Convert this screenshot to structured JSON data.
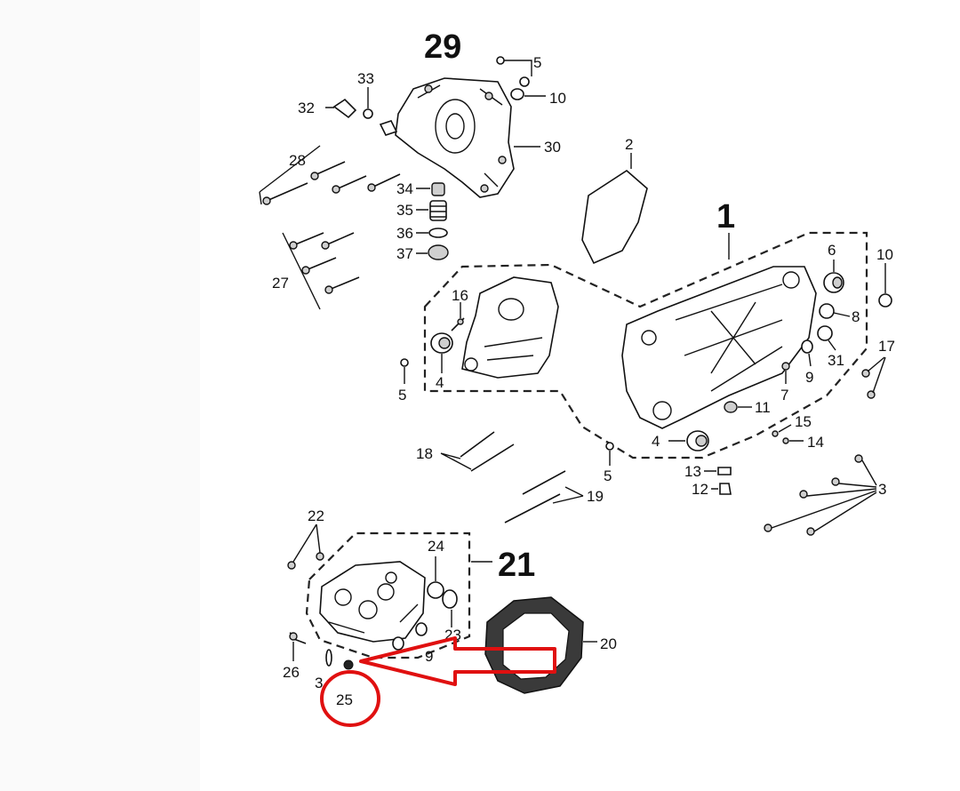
{
  "diagram": {
    "labels": {
      "l29": "29",
      "l5a": "5",
      "l10a": "10",
      "l33": "33",
      "l32": "32",
      "l30": "30",
      "l28": "28",
      "l2": "2",
      "l34": "34",
      "l35": "35",
      "l36": "36",
      "l37": "37",
      "l27": "27",
      "l1": "1",
      "l6": "6",
      "l10b": "10",
      "l8": "8",
      "l16": "16",
      "l4a": "4",
      "l31": "31",
      "l17": "17",
      "l5b": "5",
      "l7": "7",
      "l9a": "9",
      "l11": "11",
      "l15": "15",
      "l14": "14",
      "l4b": "4",
      "l18": "18",
      "l5c": "5",
      "l13": "13",
      "l12": "12",
      "l3": "3",
      "l19": "19",
      "l22": "22",
      "l24": "24",
      "l21": "21",
      "l20": "20",
      "l23": "23",
      "l9b": "9",
      "l26": "26",
      "l3b": "3",
      "l25": "25"
    },
    "highlight": {
      "arrow_color": "#e01010",
      "circle_color": "#e01010",
      "target_label": "25"
    }
  }
}
